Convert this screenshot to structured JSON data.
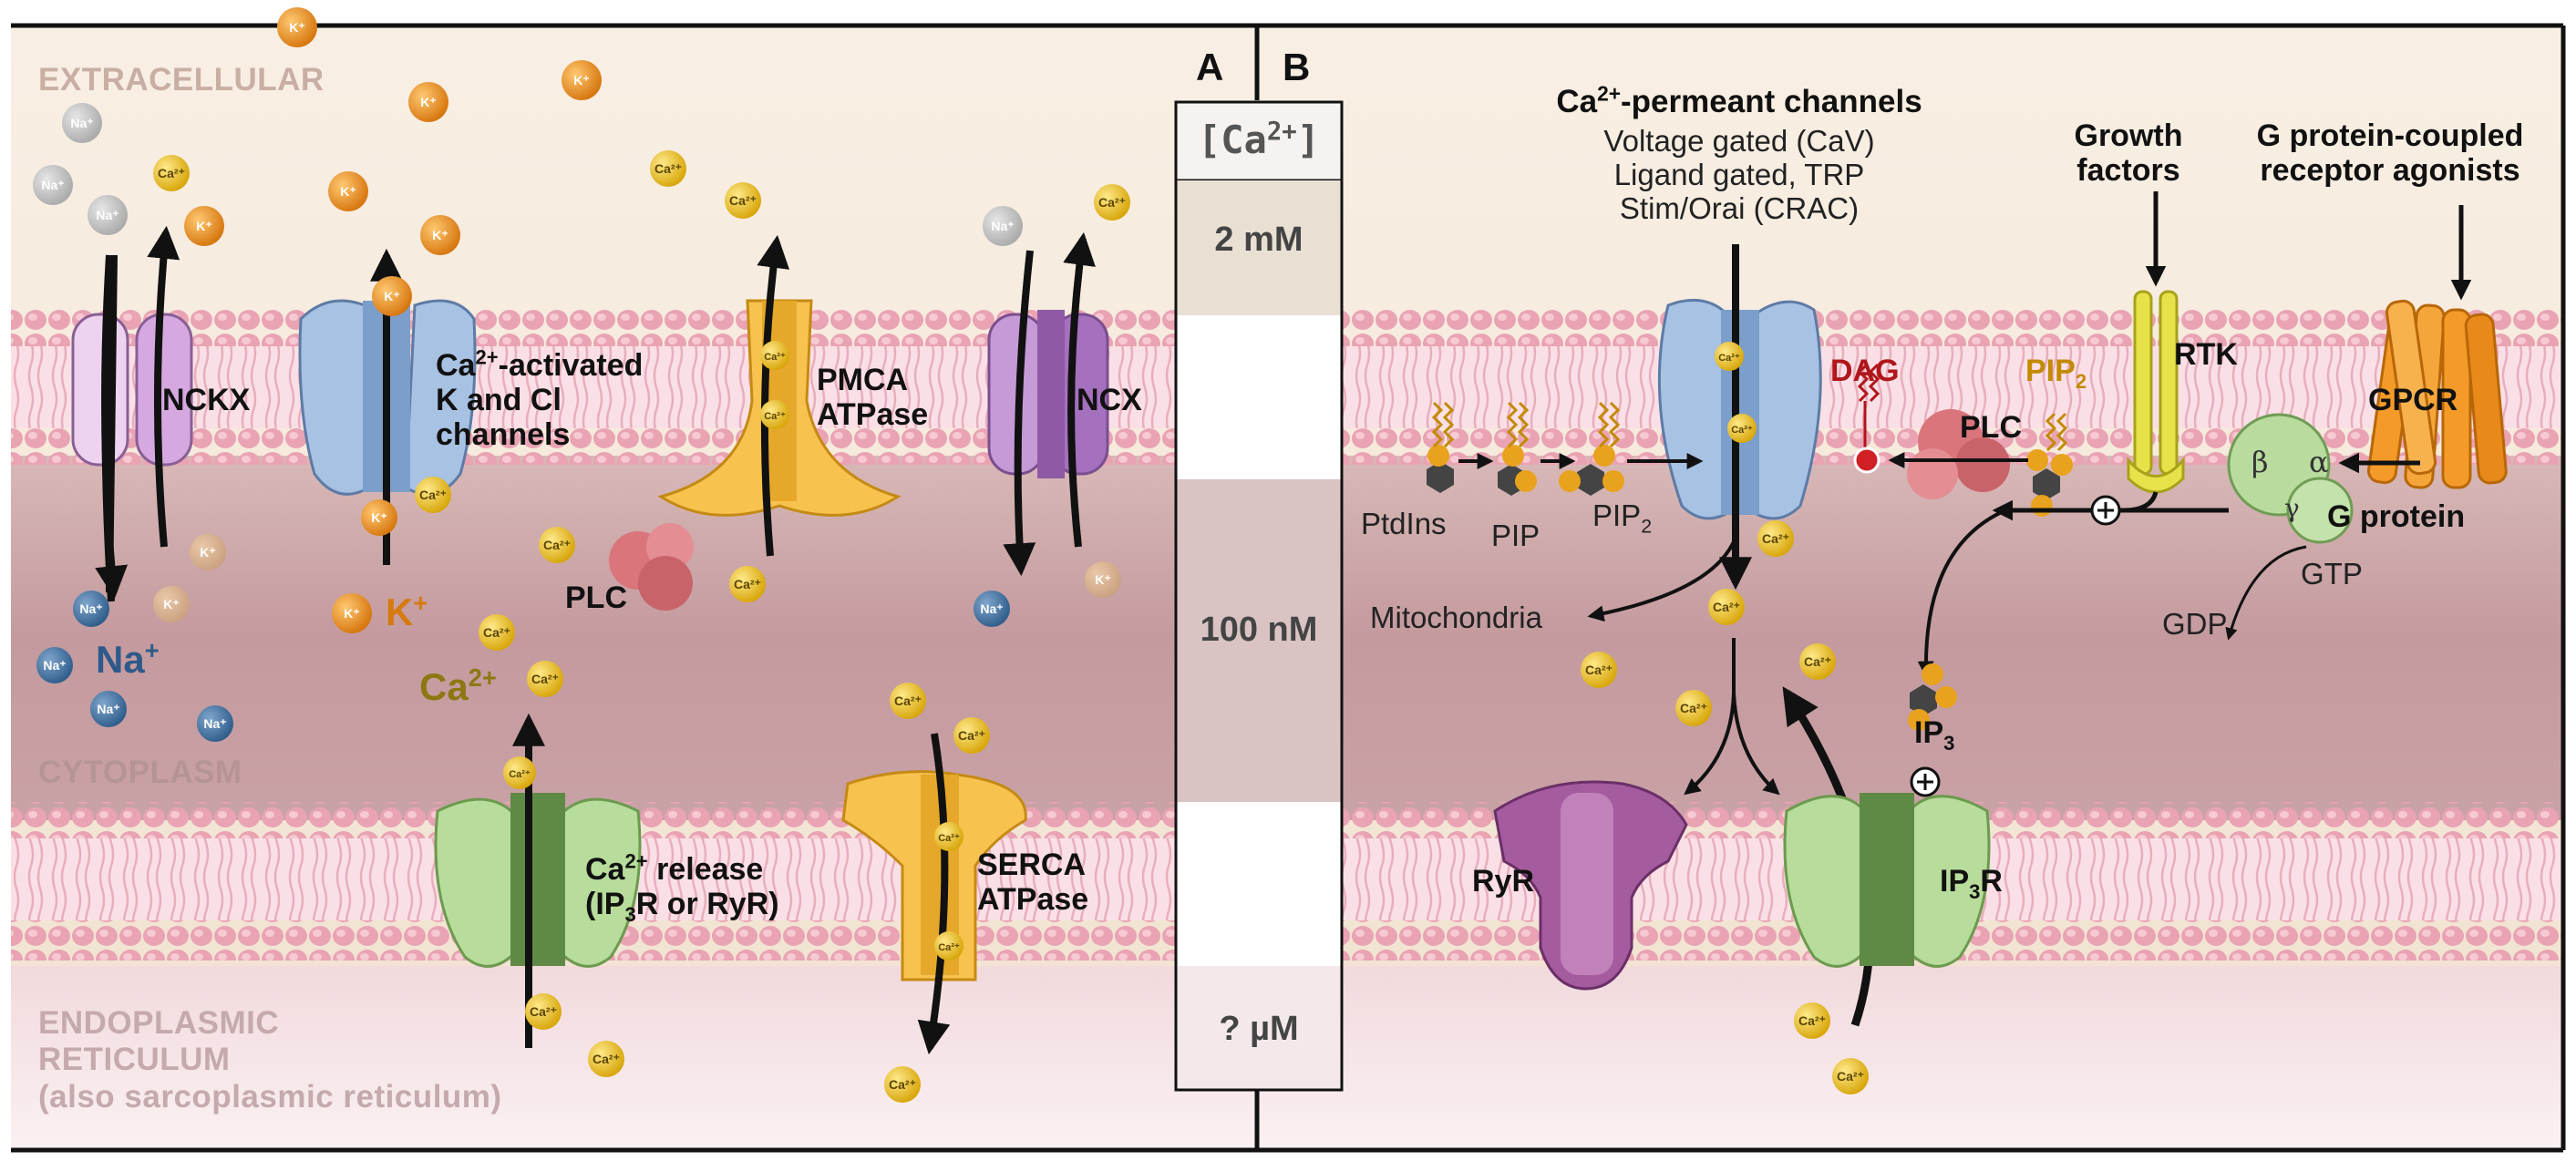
{
  "panels": {
    "a": "A",
    "b": "B"
  },
  "regions": {
    "extracellular": "EXTRACELLULAR",
    "cytoplasm": "CYTOPLASM",
    "er_line1": "ENDOPLASMIC",
    "er_line2": "RETICULUM",
    "er_line3": "(also sarcoplasmic reticulum)"
  },
  "concentration": {
    "header_text": "[Ca",
    "header_sup": "2+",
    "header_close": "]",
    "extracellular": "2 mM",
    "cytoplasm": "100 nM",
    "er": "? µM"
  },
  "panel_a": {
    "nckx": "NCKX",
    "ca_k_channel_ca": "Ca",
    "ca_k_channel_sup": "2+",
    "ca_k_channel_line1_rest": "-activated",
    "ca_k_channel_line2": "K and Cl",
    "ca_k_channel_line3": "channels",
    "pmca_line1": "PMCA",
    "pmca_line2": "ATPase",
    "ncx": "NCX",
    "plc": "PLC",
    "na_ion": "Na",
    "na_sup": "+",
    "k_ion": "K",
    "k_sup": "+",
    "ca_ion": "Ca",
    "ca_sup": "2+",
    "release_line1_ca": "Ca",
    "release_line1_sup": "2+",
    "release_line1_rest": " release",
    "release_line2_a": "(IP",
    "release_line2_sub": "3",
    "release_line2_b": "R or RyR)",
    "serca_line1": "SERCA",
    "serca_line2": "ATPase"
  },
  "panel_b": {
    "perm_title_ca": "Ca",
    "perm_title_sup": "2+",
    "perm_title_rest": "-permeant channels",
    "perm_line1": "Voltage gated (CaV)",
    "perm_line2": "Ligand gated, TRP",
    "perm_line3": "Stim/Orai (CRAC)",
    "growth_line1": "Growth",
    "growth_line2": "factors",
    "gpcr_agonist_line1": "G protein-coupled",
    "gpcr_agonist_line2": "receptor agonists",
    "rtk": "RTK",
    "gpcr": "GPCR",
    "dag": "DAG",
    "pip2_top": "PIP",
    "pip2_top_sub": "2",
    "plc": "PLC",
    "ptdins": "PtdIns",
    "pip": "PIP",
    "pip2": "PIP",
    "pip2_sub": "2",
    "mitochondria": "Mitochondria",
    "g_protein": "G protein",
    "beta": "β",
    "alpha": "α",
    "gamma": "γ",
    "gtp": "GTP",
    "gdp": "GDP",
    "ip3": "IP",
    "ip3_sub": "3",
    "ryr": "RyR",
    "ip3r": "IP",
    "ip3r_sub": "3",
    "ip3r_rest": "R"
  },
  "ion_badges": {
    "k": "K⁺",
    "na": "Na⁺",
    "ca": "Ca²⁺"
  },
  "colors": {
    "extracellular_bg": "#f4e9dc",
    "cytoplasm_bg": "#c9a3a6",
    "er_bg": "#f7e6e8",
    "membrane": "#f4c9d4",
    "membrane_bead": "#e9a6b6",
    "k_ion": "#e98a1a",
    "na_ion": "#3d6e9c",
    "ca_ion": "#f0c419",
    "gray_ion": "#bfbfbf",
    "blue_channel": "#9ab8df",
    "purple_channel": "#b88ad0",
    "yellow_pump": "#f7c04a",
    "green_channel": "#b6dc9a",
    "plc": "#d9757b",
    "rtk": "#e8e24a",
    "gpcr": "#f39a28",
    "dag": "#b0161b",
    "pip2_label": "#c28a00"
  }
}
